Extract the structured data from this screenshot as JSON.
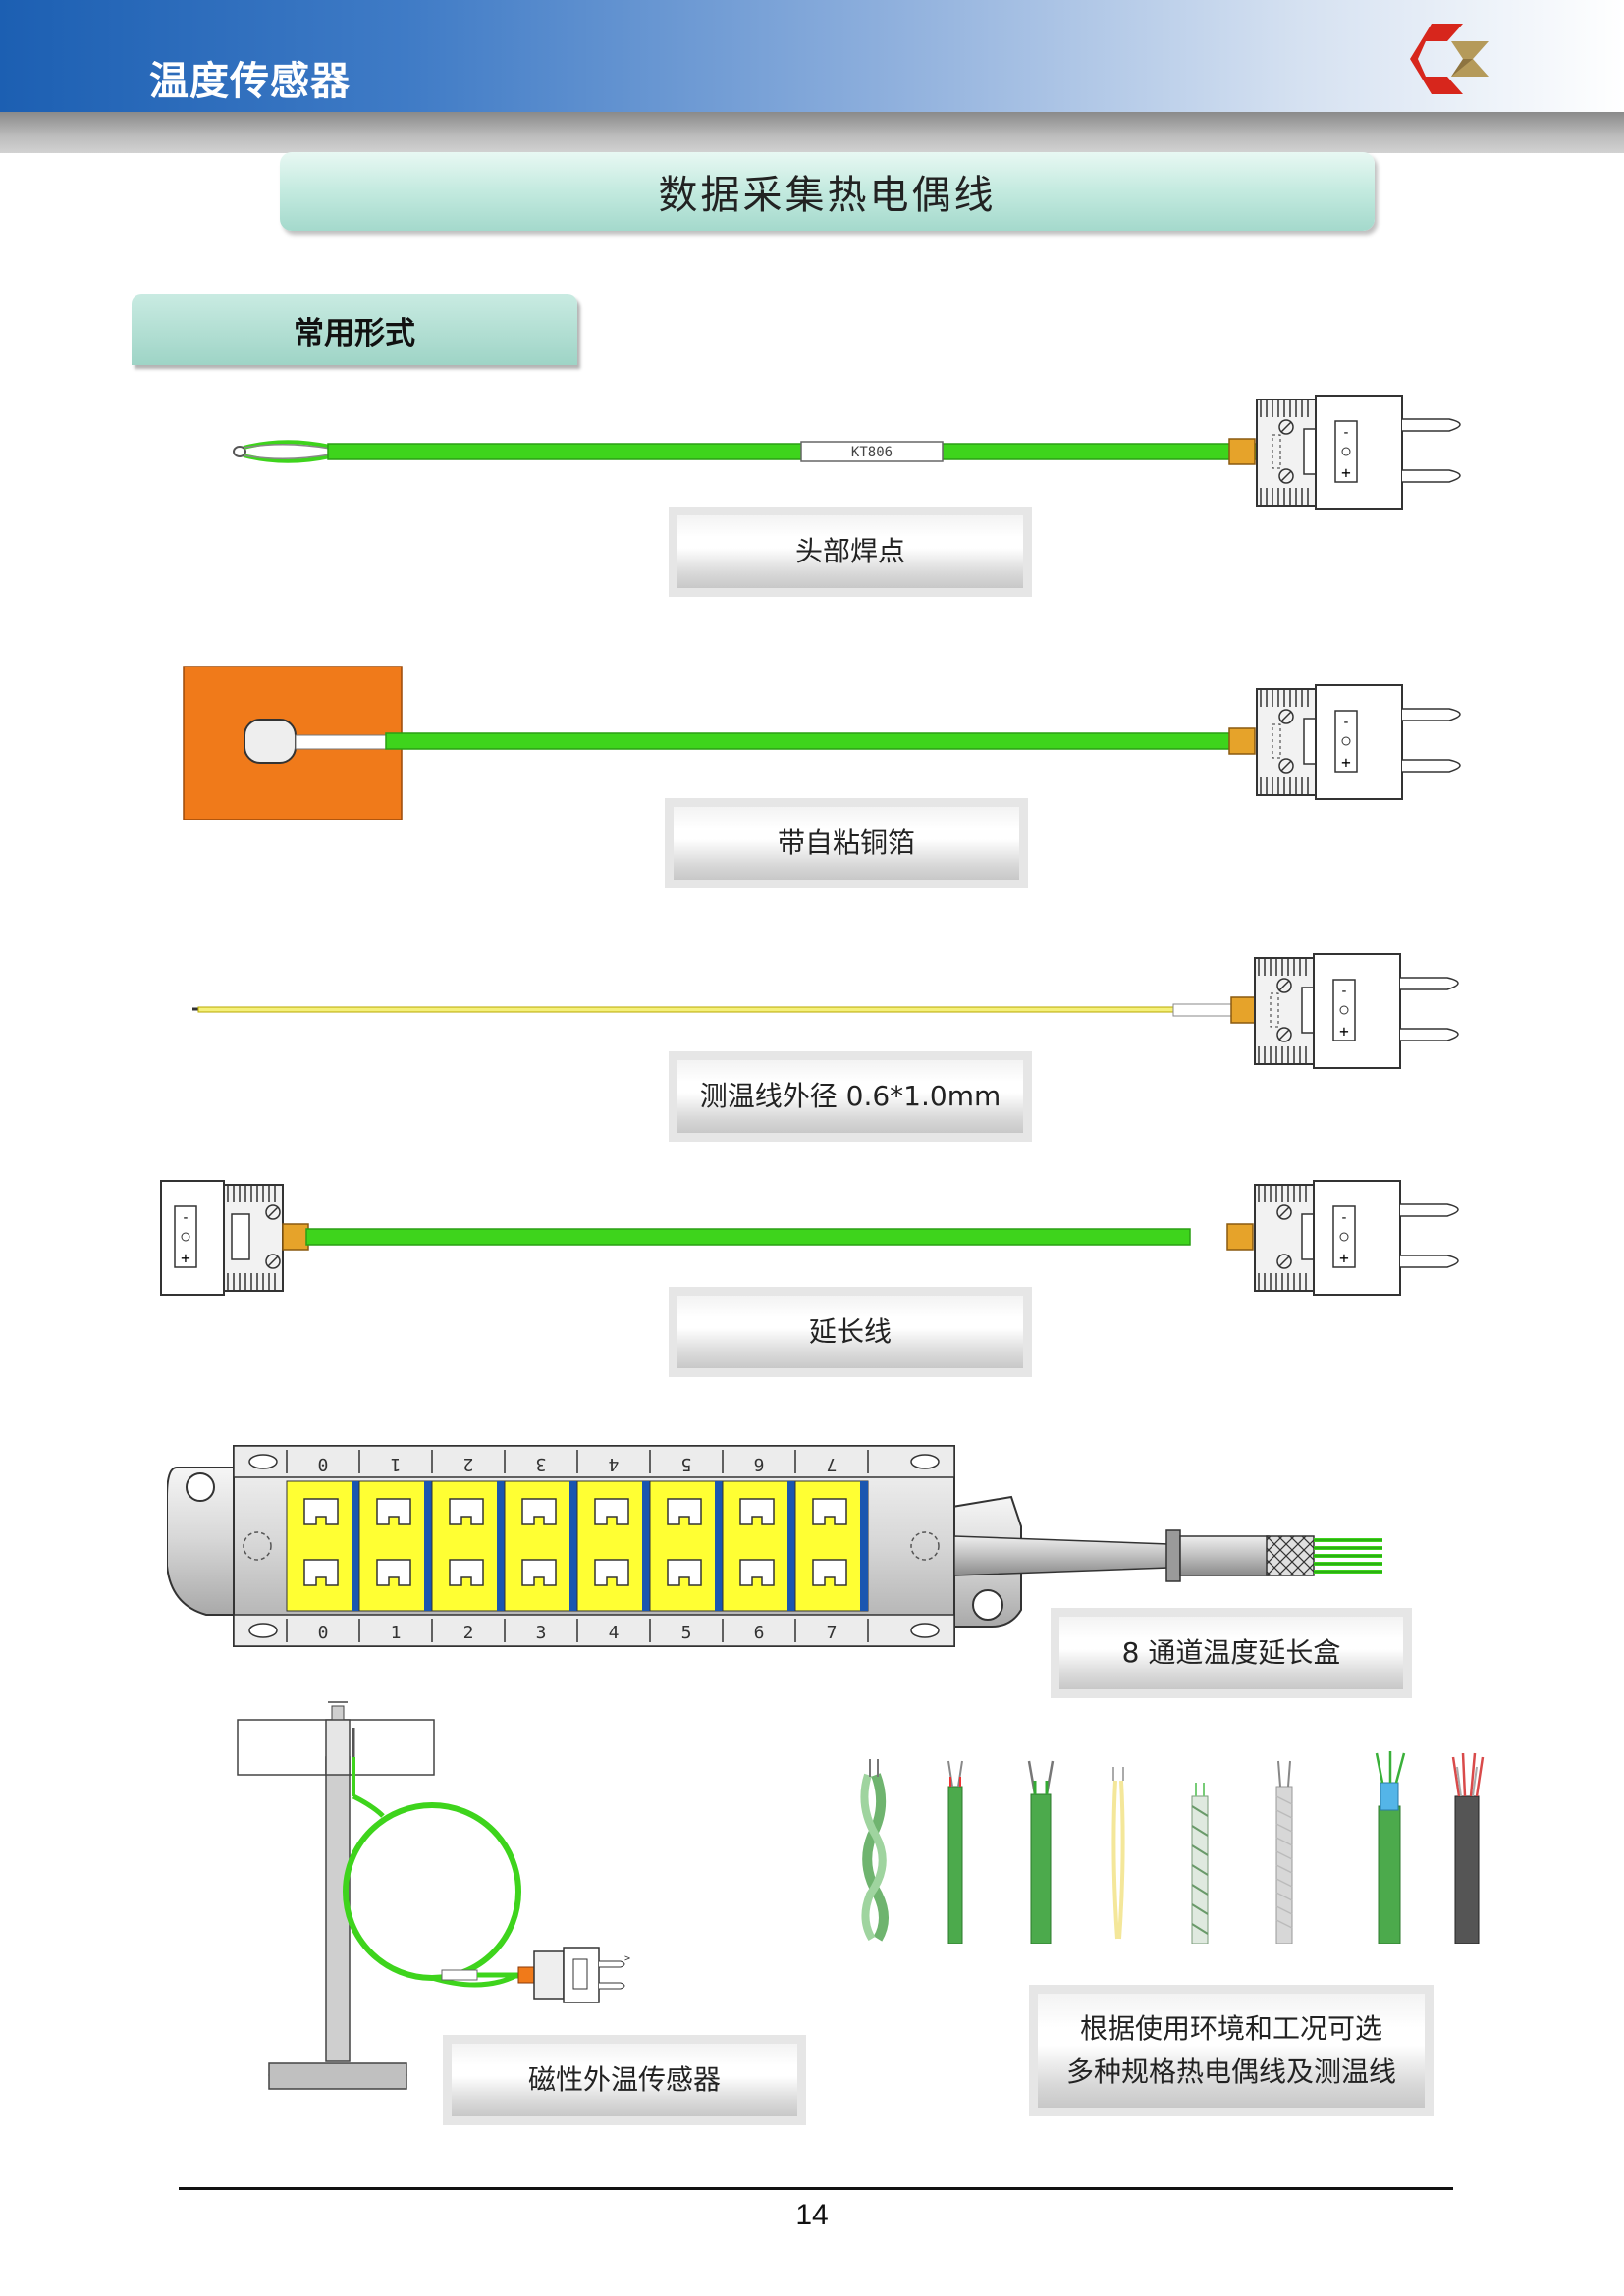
{
  "header": {
    "title": "温度传感器"
  },
  "main_title": "数据采集热电偶线",
  "section_title": "常用形式",
  "captions": {
    "weld_tip": "头部焊点",
    "copper_foil": "带自粘铜箔",
    "diameter": "测温线外径 0.6*1.0mm",
    "extension": "延长线",
    "box": "8 通道温度延长盒",
    "magnetic": "磁性外温传感器",
    "options_line1": "根据使用环境和工况可选",
    "options_line2": "多种规格热电偶线及测温线"
  },
  "cable_label": "KT806",
  "channels_top": [
    "0",
    "1",
    "2",
    "3",
    "4",
    "5",
    "6",
    "7"
  ],
  "channels_bottom": [
    "0",
    "1",
    "2",
    "3",
    "4",
    "5",
    "6",
    "7"
  ],
  "page_number": "14",
  "colors": {
    "green": "#3ed41c",
    "orange": "#f07a1a",
    "blue": "#1a56b0",
    "yellow": "#ffff33"
  }
}
